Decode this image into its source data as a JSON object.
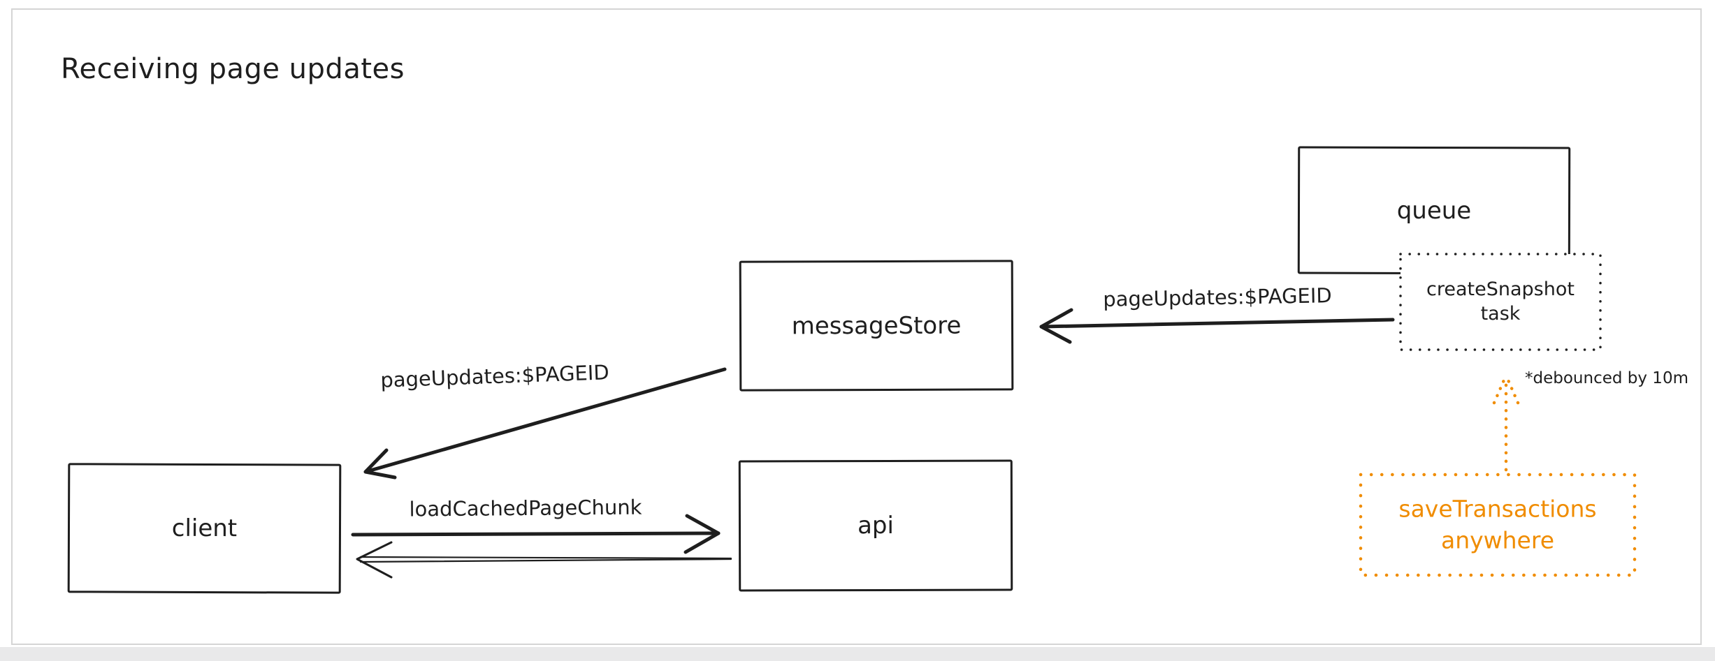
{
  "title": "Receiving page updates",
  "nodes": {
    "queue": {
      "label": "queue"
    },
    "createSnapshotTask": {
      "line1": "createSnapshot",
      "line2": "task"
    },
    "messageStore": {
      "label": "messageStore"
    },
    "client": {
      "label": "client"
    },
    "api": {
      "label": "api"
    },
    "saveTransactions": {
      "line1": "saveTransactions",
      "line2": "anywhere"
    }
  },
  "edges": {
    "snapshotToMessageStore": {
      "label": "pageUpdates:$PAGEID"
    },
    "messageStoreToClient": {
      "label": "pageUpdates:$PAGEID"
    },
    "clientToApi": {
      "label": "loadCachedPageChunk"
    },
    "apiToClient": {
      "label": ""
    },
    "debounceNote": {
      "label": "*debounced by 10m"
    }
  },
  "colors": {
    "ink": "#1e1e1e",
    "accent": "#f08c00",
    "canvas_border": "#d5d5d5",
    "footer_strip": "#e9e9ea"
  }
}
